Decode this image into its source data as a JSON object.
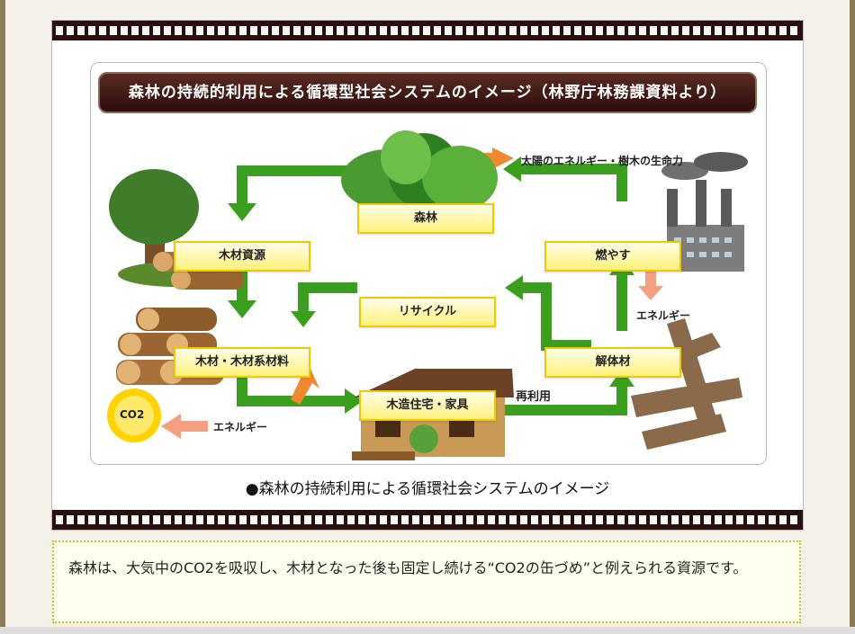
{
  "diagram": {
    "title": "森林の持続的利用による循環型社会システムのイメージ（林野庁林務課資料より）",
    "nodes": {
      "forest": "森林",
      "wood_resource": "木材資源",
      "wood_materials": "木材・木材系材料",
      "housing": "木造住宅・家具",
      "recycle": "リサイクル",
      "burn": "燃やす",
      "dismantle": "解体材"
    },
    "labels": {
      "sun_energy": "太陽のエネルギー・樹木の生命力",
      "energy_right": "エネルギー",
      "energy_left": "エネルギー",
      "reuse": "再利用",
      "co2": "CO2"
    }
  },
  "caption": "●森林の持続利用による循環社会システムのイメージ",
  "note": "森林は、大気中のCO2を吸収し、木材となった後も固定し続ける“CO2の缶づめ”と例えられる資源です。"
}
